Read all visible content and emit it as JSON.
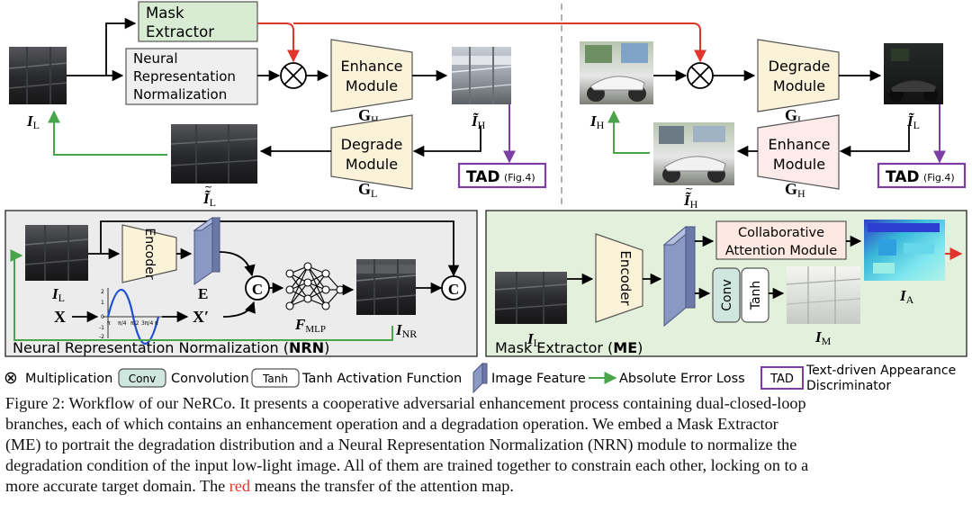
{
  "top_left": {
    "mask_extractor": [
      "Mask",
      "Extractor"
    ],
    "nrn_box": [
      "Neural",
      "Representation",
      "Normalization"
    ],
    "enhance_module": [
      "Enhance",
      "Module"
    ],
    "degrade_module": [
      "Degrade",
      "Module"
    ],
    "I_L": "L",
    "I_H_tilde": "H",
    "I_L_dtilde": "L",
    "G_H": "H",
    "G_L": "L",
    "tad": "TAD",
    "tad_ref": "(Fig.4)"
  },
  "top_right": {
    "degrade_module": [
      "Degrade",
      "Module"
    ],
    "enhance_module": [
      "Enhance",
      "Module"
    ],
    "I_H": "H",
    "I_L_tilde": "L",
    "I_H_dtilde": "H",
    "G_L": "L",
    "G_H": "H",
    "tad": "TAD",
    "tad_ref": "(Fig.4)"
  },
  "nrn": {
    "title": "Neural Representation Normalization (",
    "abbr": "NRN",
    "title_end": ")",
    "encoder": "Encoder",
    "I_L": "L",
    "E": "E",
    "X": "X",
    "X_prime": "X′",
    "F": "F",
    "F_sub": "MLP",
    "I_NR": "NR",
    "sine_ticks_x": [
      "π",
      "π/4",
      "π/2",
      "3π/4",
      "π"
    ],
    "sine_ticks_y": [
      "2",
      "1",
      "0",
      "-1",
      "-2"
    ]
  },
  "me": {
    "title": "Mask Extractor (",
    "abbr": "ME",
    "title_end": ")",
    "encoder": "Encoder",
    "cam": [
      "Collaborative",
      "Attention Module"
    ],
    "conv": "Conv",
    "tanh": "Tanh",
    "I_L": "L",
    "I_A": "A",
    "I_M": "M"
  },
  "legend": {
    "mult_symbol": "⊗",
    "mult": "Multiplication",
    "conv_box": "Conv",
    "conv": "Convolution",
    "tanh_box": "Tanh",
    "tanh": "Tanh Activation Function",
    "feature": "Image Feature",
    "loss": "Absolute Error Loss",
    "tad_box": "TAD",
    "tad": [
      "Text-driven Appearance",
      "Discriminator"
    ]
  },
  "caption": {
    "line1": "Figure 2: Workflow of our NeRCo. It presents a cooperative adversarial enhancement process containing dual-closed-loop",
    "line2": "branches, each of which contains an enhancement operation and a degradation operation.  We embed a Mask Extractor",
    "line3": "(ME) to portrait the degradation distribution and a Neural Representation Normalization (NRN) module to normalize the",
    "line4": "degradation condition of the input low-light image. All of them are trained together to constrain each other, locking on to a",
    "line5_pre": "more accurate target domain. The ",
    "line5_red": "red",
    "line5_post": " means the transfer of the attention map."
  },
  "colors": {
    "mask_fill": "#d8ecd3",
    "enhance_fill": "#fbf3d9",
    "degrade_fill": "#fdeaea",
    "tad_border": "#7b3ea3",
    "loss_arrow": "#4aa54a",
    "attention_arrow": "#e0352b",
    "nrn_panel": "#ececec",
    "me_panel": "#e2f0dc",
    "feature": "#8a98c4",
    "cam_fill": "#fde9e2",
    "conv_fill": "#cfe6de"
  }
}
